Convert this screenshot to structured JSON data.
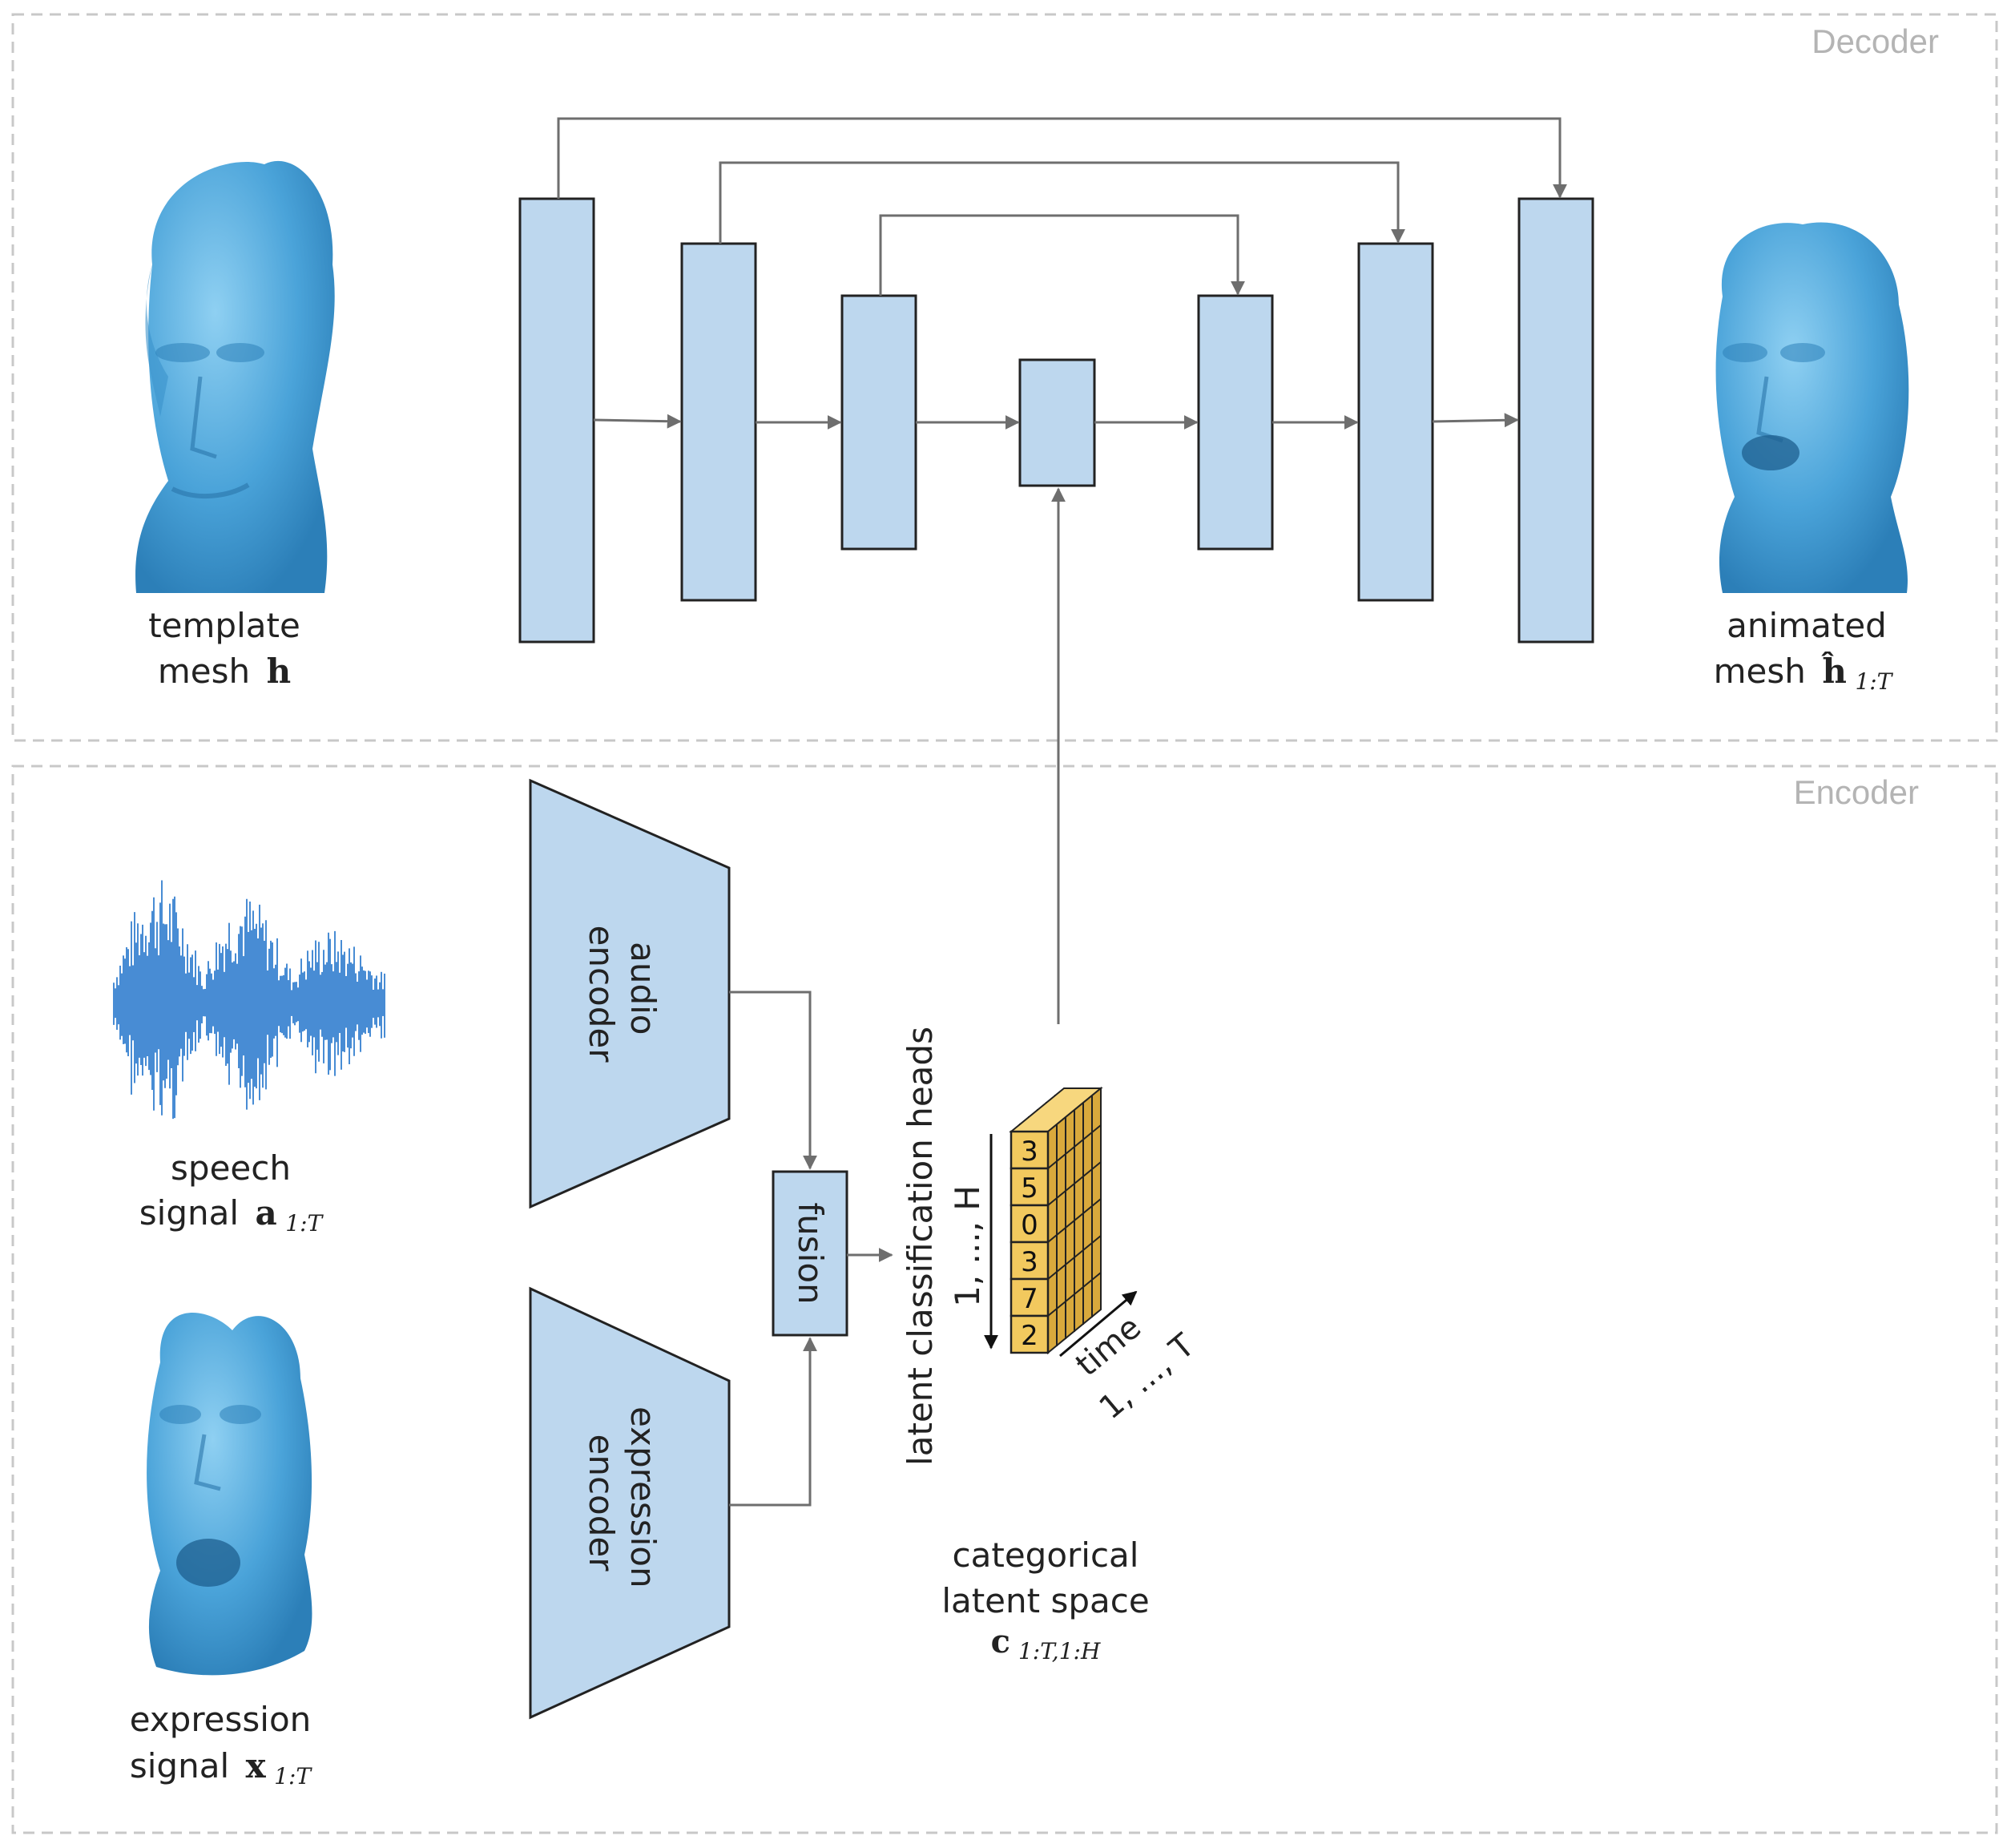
{
  "colors": {
    "block_fill": "#bdd7ee",
    "block_stroke": "#222222",
    "arrow": "#6e6e6e",
    "panel_border": "#c8c8c8",
    "panel_title": "#b4b4b4",
    "mesh": "#4aa3d9",
    "waveform": "#1a6fc9",
    "cube": "#f2c95e"
  },
  "decoder": {
    "title": "Decoder",
    "template_label_line1": "template",
    "template_label_line2": "mesh",
    "template_symbol": "h",
    "output_label_line1": "animated",
    "output_label_line2": "mesh",
    "output_symbol": "ĥ",
    "output_subscript": "1:T"
  },
  "encoder": {
    "title": "Encoder",
    "audio_encoder": [
      "audio",
      "encoder"
    ],
    "expression_encoder": [
      "expression",
      "encoder"
    ],
    "fusion": "fusion",
    "speech_label_line1": "speech",
    "speech_label_line2": "signal",
    "speech_symbol": "a",
    "speech_subscript": "1:T",
    "expression_label_line1": "expression",
    "expression_label_line2": "signal",
    "expression_symbol": "x",
    "expression_subscript": "1:T",
    "latent_heads_label": "latent classification heads",
    "heads_range": "1, ..., H",
    "time_label": "time",
    "time_range": "1, ..., T",
    "latent_values": [
      "3",
      "5",
      "0",
      "3",
      "7",
      "2"
    ],
    "categorical_line1": "categorical",
    "categorical_line2": "latent space",
    "categorical_symbol": "c",
    "categorical_subscript": "1:T,1:H"
  }
}
